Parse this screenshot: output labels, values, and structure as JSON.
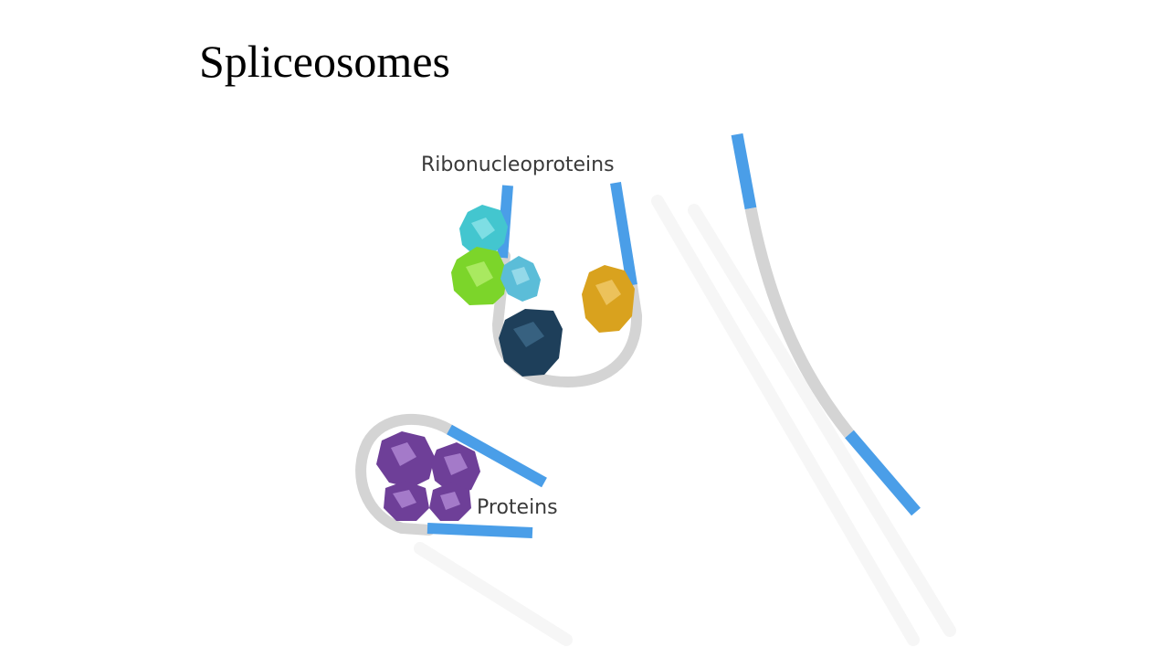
{
  "slide": {
    "title": "Spliceosomes"
  },
  "diagram": {
    "labels": {
      "ribonucleoproteins": "Ribonucleoproteins",
      "proteins": "Proteins"
    },
    "colors": {
      "exon": "#4a9ee8",
      "intron": "#d4d4d4",
      "rnp_cyan": "#43c6cf",
      "rnp_green": "#7cd52a",
      "rnp_light_cyan": "#5bbdd8",
      "rnp_gold": "#d9a21e",
      "rnp_navy": "#1e3f5a",
      "protein_purple": "#6e3f98"
    }
  }
}
